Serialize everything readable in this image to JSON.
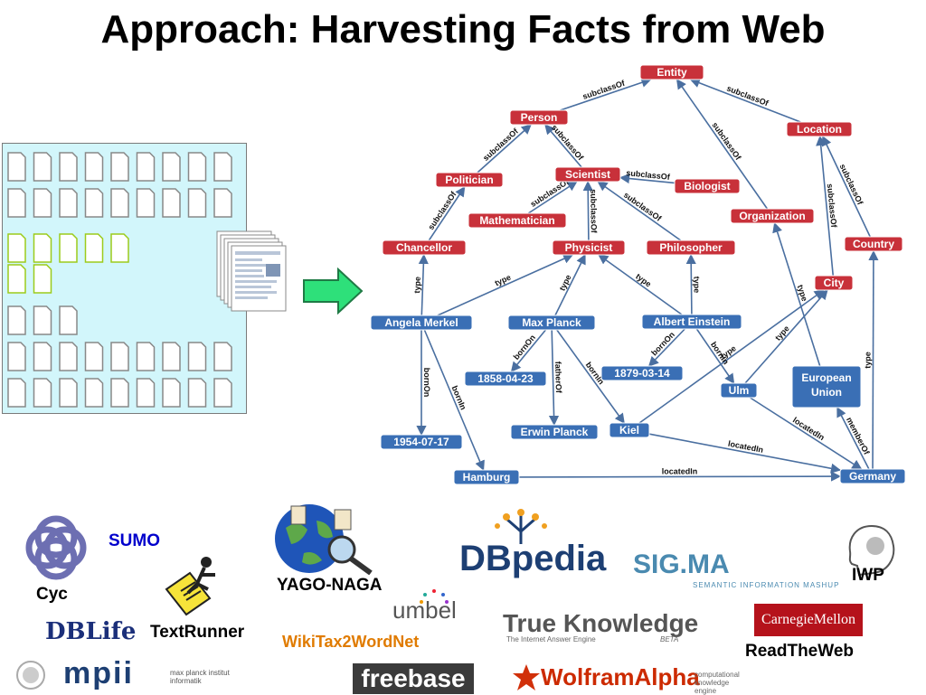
{
  "title": "Approach: Harvesting Facts from Web",
  "diagram": {
    "nodes": [
      {
        "id": "entity",
        "label": "Entity",
        "kind": "class"
      },
      {
        "id": "person",
        "label": "Person",
        "kind": "class"
      },
      {
        "id": "location",
        "label": "Location",
        "kind": "class"
      },
      {
        "id": "politician",
        "label": "Politician",
        "kind": "class"
      },
      {
        "id": "scientist",
        "label": "Scientist",
        "kind": "class"
      },
      {
        "id": "biologist",
        "label": "Biologist",
        "kind": "class"
      },
      {
        "id": "mathematician",
        "label": "Mathematician",
        "kind": "class"
      },
      {
        "id": "organization",
        "label": "Organization",
        "kind": "class"
      },
      {
        "id": "chancellor",
        "label": "Chancellor",
        "kind": "class"
      },
      {
        "id": "physicist",
        "label": "Physicist",
        "kind": "class"
      },
      {
        "id": "philosopher",
        "label": "Philosopher",
        "kind": "class"
      },
      {
        "id": "country",
        "label": "Country",
        "kind": "class"
      },
      {
        "id": "city",
        "label": "City",
        "kind": "class"
      },
      {
        "id": "merkel",
        "label": "Angela Merkel",
        "kind": "entity"
      },
      {
        "id": "planck",
        "label": "Max  Planck",
        "kind": "entity"
      },
      {
        "id": "einstein",
        "label": "Albert Einstein",
        "kind": "entity"
      },
      {
        "id": "d1858",
        "label": "1858-04-23",
        "kind": "entity"
      },
      {
        "id": "d1879",
        "label": "1879-03-14",
        "kind": "entity"
      },
      {
        "id": "ulm",
        "label": "Ulm",
        "kind": "entity"
      },
      {
        "id": "eu",
        "label": "European Union",
        "kind": "entity"
      },
      {
        "id": "erwin",
        "label": "Erwin Planck",
        "kind": "entity"
      },
      {
        "id": "kiel",
        "label": "Kiel",
        "kind": "entity"
      },
      {
        "id": "d1954",
        "label": "1954-07-17",
        "kind": "entity"
      },
      {
        "id": "hamburg",
        "label": "Hamburg",
        "kind": "entity"
      },
      {
        "id": "germany",
        "label": "Germany",
        "kind": "entity"
      }
    ],
    "edges": [
      {
        "from": "person",
        "to": "entity",
        "label": "subclassOf"
      },
      {
        "from": "location",
        "to": "entity",
        "label": "subclassOf"
      },
      {
        "from": "organization",
        "to": "entity",
        "label": "subclassOf"
      },
      {
        "from": "politician",
        "to": "person",
        "label": "subclassOf"
      },
      {
        "from": "scientist",
        "to": "person",
        "label": "subclassOf"
      },
      {
        "from": "mathematician",
        "to": "scientist",
        "label": "subclassOf"
      },
      {
        "from": "biologist",
        "to": "scientist",
        "label": "subclassOf"
      },
      {
        "from": "physicist",
        "to": "scientist",
        "label": "subclassOf"
      },
      {
        "from": "philosopher",
        "to": "scientist",
        "label": "subclassOf"
      },
      {
        "from": "chancellor",
        "to": "politician",
        "label": "subclassOf"
      },
      {
        "from": "city",
        "to": "location",
        "label": "subclassOf"
      },
      {
        "from": "country",
        "to": "location",
        "label": "subclassOf"
      },
      {
        "from": "merkel",
        "to": "chancellor",
        "label": "type"
      },
      {
        "from": "merkel",
        "to": "physicist",
        "label": "type"
      },
      {
        "from": "planck",
        "to": "physicist",
        "label": "type"
      },
      {
        "from": "einstein",
        "to": "physicist",
        "label": "type"
      },
      {
        "from": "einstein",
        "to": "philosopher",
        "label": "type"
      },
      {
        "from": "eu",
        "to": "organization",
        "label": "type"
      },
      {
        "from": "germany",
        "to": "country",
        "label": "type"
      },
      {
        "from": "ulm",
        "to": "city",
        "label": "type"
      },
      {
        "from": "kiel",
        "to": "city",
        "label": "type"
      },
      {
        "from": "merkel",
        "to": "d1954",
        "label": "bornOn"
      },
      {
        "from": "merkel",
        "to": "hamburg",
        "label": "bornIn"
      },
      {
        "from": "planck",
        "to": "d1858",
        "label": "bornOn"
      },
      {
        "from": "planck",
        "to": "kiel",
        "label": "bornIn"
      },
      {
        "from": "planck",
        "to": "erwin",
        "label": "fatherOf"
      },
      {
        "from": "einstein",
        "to": "d1879",
        "label": "bornOn"
      },
      {
        "from": "einstein",
        "to": "ulm",
        "label": "bornIn"
      },
      {
        "from": "ulm",
        "to": "germany",
        "label": "locatedIn"
      },
      {
        "from": "kiel",
        "to": "germany",
        "label": "locatedIn"
      },
      {
        "from": "hamburg",
        "to": "germany",
        "label": "locatedIn"
      },
      {
        "from": "germany",
        "to": "eu",
        "label": "memberOf"
      }
    ]
  },
  "logos": {
    "cyc": "Cyc",
    "sumo": "SUMO",
    "textrunner": "TextRunner",
    "yago": "YAGO-NAGA",
    "dblife": "DBLife",
    "wikitax": "WikiTax2WordNet",
    "umbel": "umbel",
    "dbpedia": "DBpedia",
    "sigma": "SIG.MA",
    "sigma_sub": "SEMANTIC INFORMATION MASHUP",
    "trueknowledge": "True Knowledge",
    "trueknowledge_sub": "The Internet Answer Engine",
    "trueknowledge_beta": "BETA",
    "freebase": "freebase",
    "wolfram": "WolframAlpha",
    "wolfram_sub": "computational knowledge engine",
    "cmu": "CarnegieMellon",
    "readtheweb": "ReadTheWeb",
    "iwp": "IWP",
    "mpi": "mpii",
    "mpi_sub": "max planck institut informatik"
  },
  "colors": {
    "class_node": "#c8313a",
    "entity_node": "#3a6fb5",
    "panel": "#d2f6fb",
    "arrow": "#2ee07a"
  }
}
